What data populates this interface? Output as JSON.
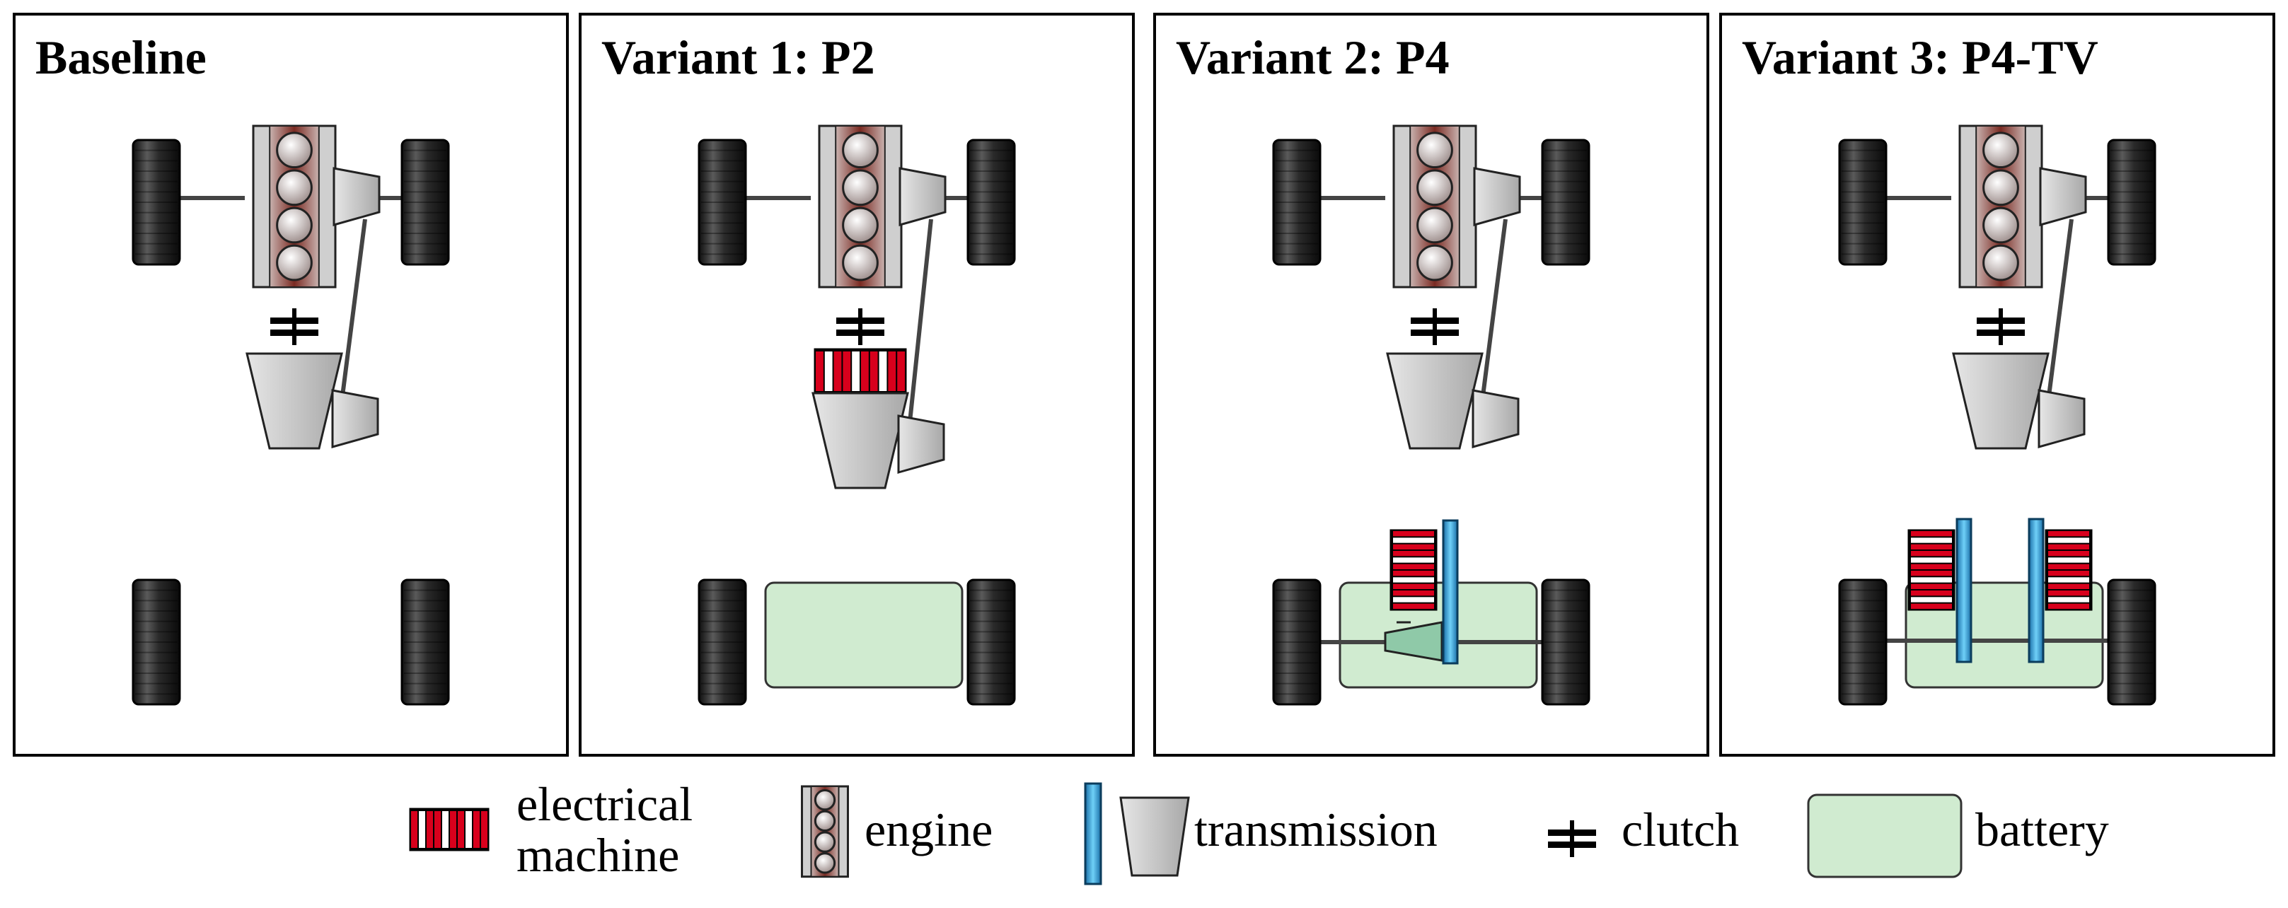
{
  "panels": [
    {
      "title": "Baseline",
      "battery": false,
      "p2_machine": false,
      "rear_axle": "none"
    },
    {
      "title": "Variant 1: P2",
      "battery": true,
      "p2_machine": true,
      "rear_axle": "none"
    },
    {
      "title": "Variant 2: P4",
      "battery": true,
      "p2_machine": false,
      "rear_axle": "single"
    },
    {
      "title": "Variant 3: P4-TV",
      "battery": true,
      "p2_machine": false,
      "rear_axle": "dual"
    }
  ],
  "legend": {
    "electrical_machine_line1": "electrical",
    "electrical_machine_line2": "machine",
    "engine": "engine",
    "transmission": "transmission",
    "clutch": "clutch",
    "battery": "battery"
  },
  "colors": {
    "battery_fill": "#c8e8c8",
    "machine_red": "#d8001c",
    "transmission_blue": "#2aa0d8",
    "engine_brown": "#7a2a22",
    "gearbox_gray": "#c8c8c8",
    "tire_dark": "#262626"
  },
  "icons": [
    "electrical-machine-icon",
    "engine-icon",
    "transmission-icon",
    "clutch-icon",
    "battery-icon"
  ]
}
